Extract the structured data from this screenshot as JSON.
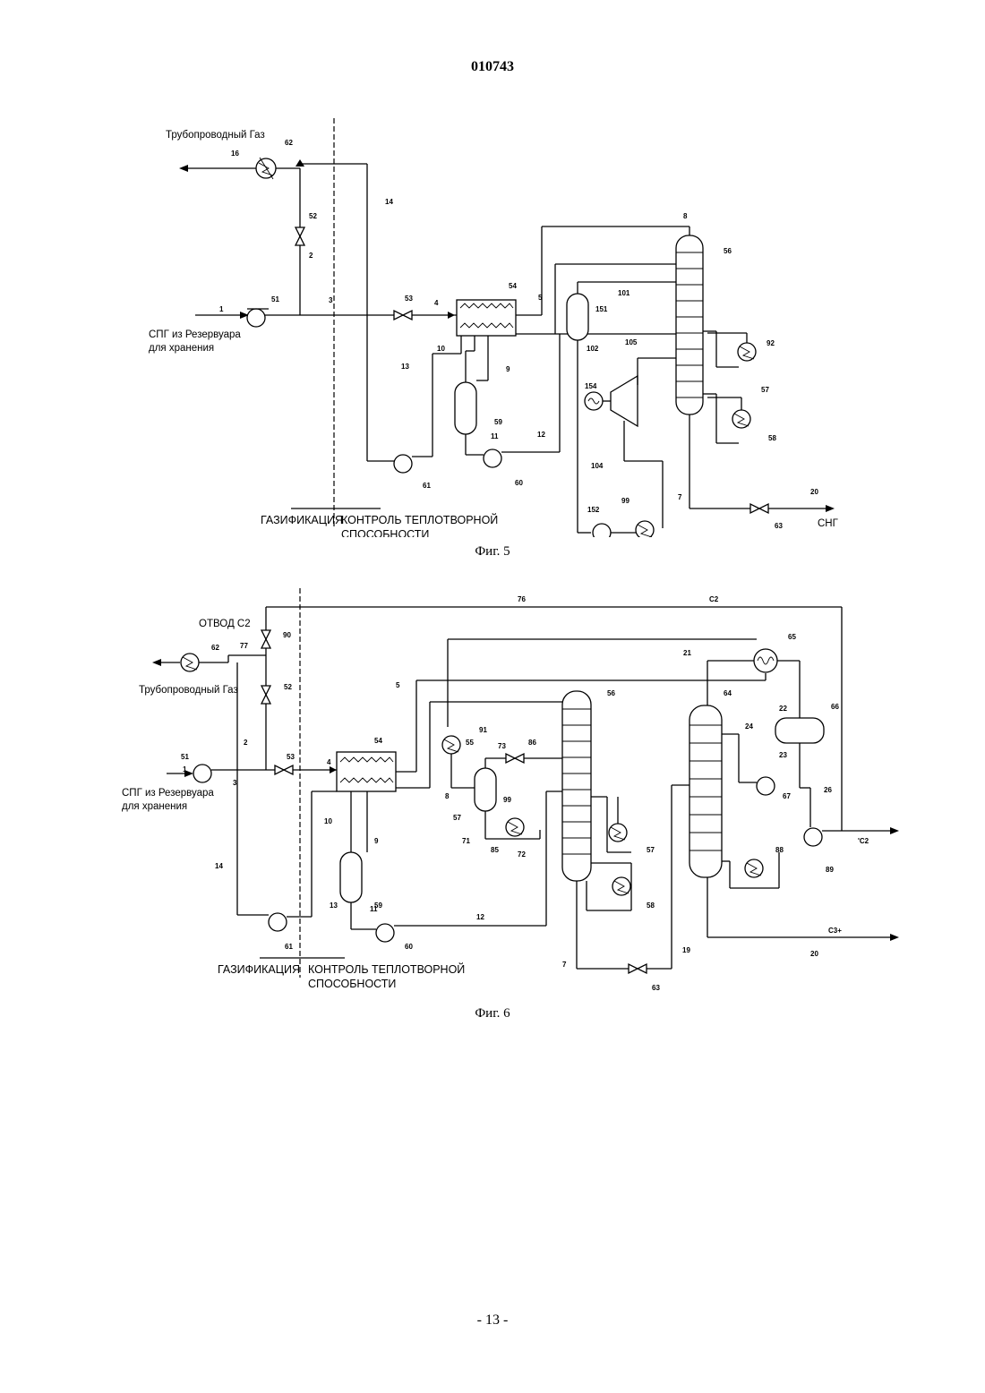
{
  "header": {
    "doc_number": "010743"
  },
  "footer": {
    "page_number": "- 13 -"
  },
  "fig5": {
    "caption": "Фиг. 5",
    "labels": {
      "pipeline_gas": "Трубопроводный Газ",
      "lng_source_line1": "СПГ из Резервуара",
      "lng_source_line2": "для хранения",
      "gasification": "ГАЗИФИКАЦИЯ",
      "heat_control_line1": "КОНТРОЛЬ ТЕПЛОТВОРНОЙ",
      "heat_control_line2": "СПОСОБНОСТИ",
      "ngl": "СНГ"
    },
    "numbers": [
      "16",
      "62",
      "52",
      "2",
      "14",
      "8",
      "56",
      "51",
      "1",
      "3",
      "53",
      "4",
      "54",
      "5",
      "101",
      "151",
      "10",
      "13",
      "9",
      "102",
      "105",
      "92",
      "154",
      "57",
      "59",
      "58",
      "11",
      "12",
      "61",
      "60",
      "104",
      "99",
      "7",
      "20",
      "152",
      "63"
    ]
  },
  "fig6": {
    "caption": "Фиг. 6",
    "labels": {
      "c2_offtake": "ОТВОД С2",
      "pipeline_gas": "Трубопроводный Газ",
      "lng_source_line1": "СПГ из Резервуара",
      "lng_source_line2": "для хранения",
      "gasification": "ГАЗИФИКАЦИЯ",
      "heat_control_line1": "КОНТРОЛЬ ТЕПЛОТВОРНОЙ",
      "heat_control_line2": "СПОСОБНОСТИ",
      "c2_top": "C2",
      "c2_out": "'C2",
      "c3_plus": "C3+"
    },
    "numbers": [
      "76",
      "90",
      "62",
      "77",
      "65",
      "21",
      "5",
      "91",
      "55",
      "73",
      "86",
      "56",
      "64",
      "24",
      "22",
      "66",
      "52",
      "23",
      "2",
      "51",
      "1",
      "3",
      "53",
      "4",
      "54",
      "8",
      "57",
      "99",
      "71",
      "85",
      "72",
      "57",
      "26",
      "67",
      "10",
      "9",
      "88",
      "14",
      "59",
      "58",
      "89",
      "13",
      "61",
      "11",
      "60",
      "12",
      "7",
      "63",
      "19",
      "20"
    ]
  }
}
